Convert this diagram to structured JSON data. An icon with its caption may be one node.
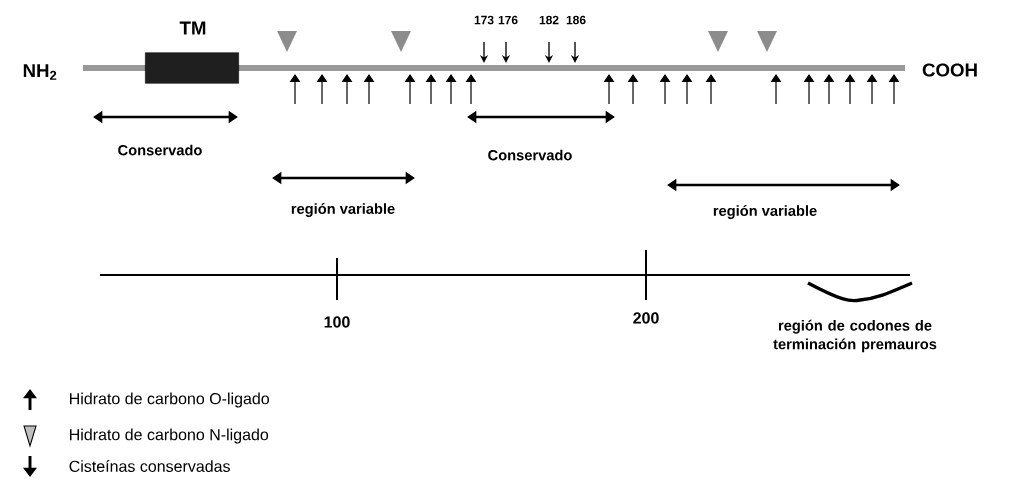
{
  "diagram": {
    "nodes": [
      {
        "text": [
          "TM"
        ]
      }
    ],
    "labels": [
      "173",
      "176",
      "182",
      "186",
      "NH$_{2}$",
      "COOH",
      "Conservado",
      "Conservado",
      "región variable",
      "región variable",
      "100",
      "200",
      "región de codones de terminación premauros"
    ],
    "legend": [
      {
        "text": "Hidrato de carbono O-ligado"
      },
      {
        "text": "Hidrato de carbono N-ligado"
      },
      {
        "text": "Cisteínas conservadas"
      }
    ]
  }
}
